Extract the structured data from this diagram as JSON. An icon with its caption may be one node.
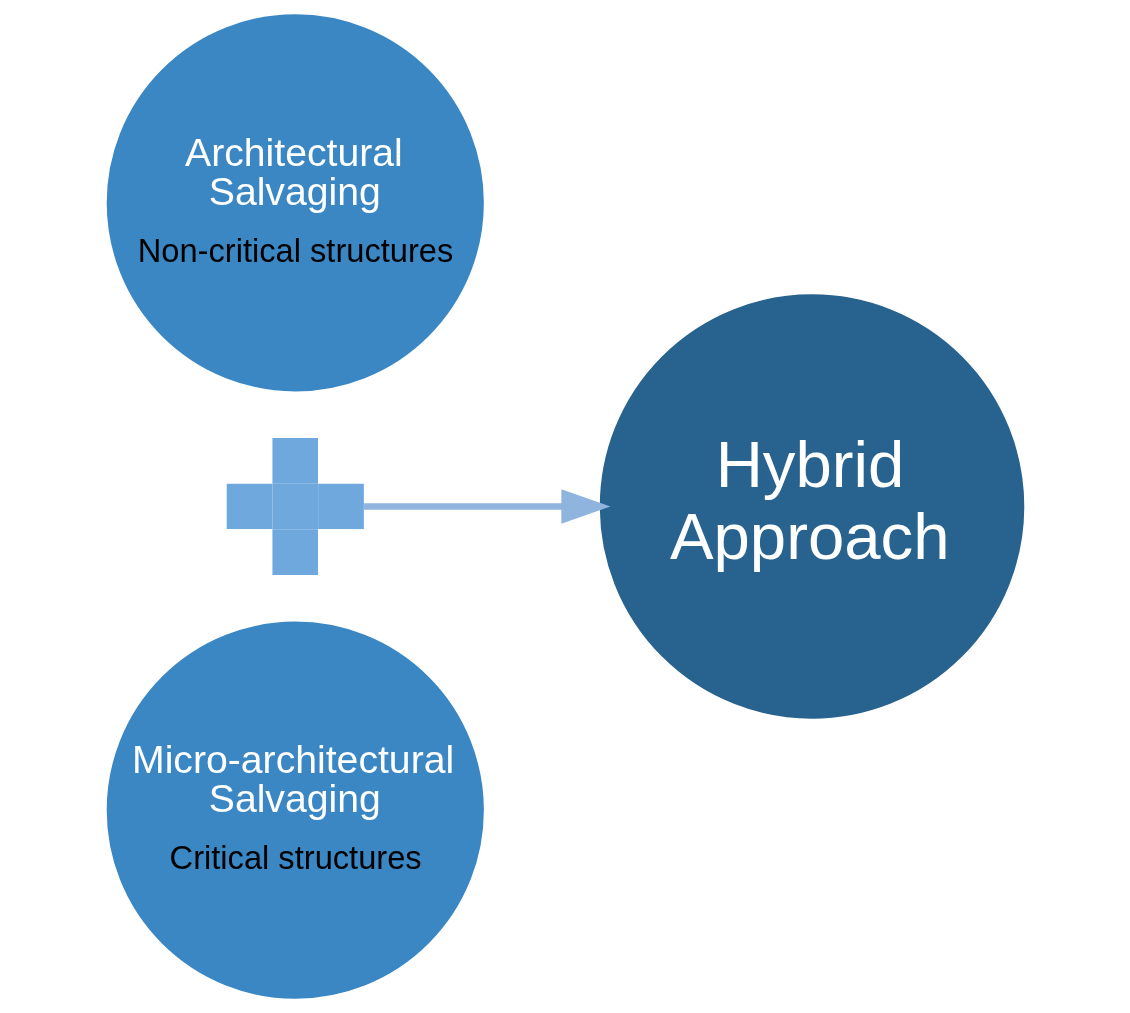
{
  "diagram": {
    "nodes": [
      {
        "text": [
          "Architectural Salvaging",
          "Non-critical structures"
        ]
      },
      {
        "text": [],
        "shape": "plus"
      },
      {
        "text": [
          "Micro-architectural Salvaging",
          "Critical structures"
        ]
      },
      {
        "text": [
          "Hybrid Approach"
        ]
      }
    ],
    "edges": [
      {
        "from": 1,
        "to": 3,
        "arrow": "to"
      }
    ]
  }
}
